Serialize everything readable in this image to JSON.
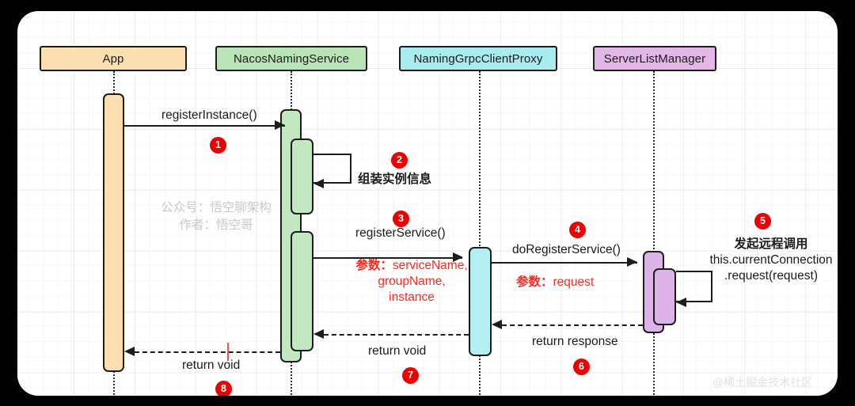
{
  "diagram": {
    "type": "uml-sequence-diagram",
    "title": "Nacos registerInstance sequence",
    "canvas_background": "#ffffff",
    "page_background": "#000000",
    "badge_color": "#ec0000",
    "param_text_color": "#ff2a1f"
  },
  "participants": [
    {
      "id": "app",
      "label": "App",
      "color": "#fbdfb0",
      "activation_color": "#fbdfb0"
    },
    {
      "id": "nacos",
      "label": "NacosNamingService",
      "color": "#b8e4b8",
      "activation_color": "#c2e8c2"
    },
    {
      "id": "proxy",
      "label": "NamingGrpcClientProxy",
      "color": "#a9ecef",
      "activation_color": "#b4eff2"
    },
    {
      "id": "slm",
      "label": "ServerListManager",
      "color": "#e3b8e8",
      "activation_color": "#ddb3e8"
    }
  ],
  "messages": [
    {
      "step": "1",
      "label": "registerInstance()",
      "from": "app",
      "to": "nacos",
      "kind": "call"
    },
    {
      "step": "2",
      "label": "组装实例信息",
      "from": "nacos",
      "to": "nacos",
      "kind": "self"
    },
    {
      "step": "3",
      "label": "registerService()",
      "from": "nacos",
      "to": "proxy",
      "kind": "call",
      "params": {
        "prefix": "参数：",
        "values": [
          "serviceName,",
          "groupName,",
          "instance"
        ]
      }
    },
    {
      "step": "4",
      "label": "doRegisterService()",
      "from": "proxy",
      "to": "slm",
      "kind": "call",
      "params": {
        "prefix": "参数：",
        "values": [
          "request"
        ]
      }
    },
    {
      "step": "5",
      "label": "发起远程调用",
      "from": "slm",
      "to": "slm",
      "kind": "self",
      "note_lines": [
        "发起远程调用",
        "this.currentConnection",
        ".request(request)"
      ]
    },
    {
      "step": "6",
      "label": "return response",
      "from": "slm",
      "to": "proxy",
      "kind": "return"
    },
    {
      "step": "7",
      "label": "return void",
      "from": "proxy",
      "to": "nacos",
      "kind": "return"
    },
    {
      "step": "8",
      "label": "return void",
      "from": "nacos",
      "to": "app",
      "kind": "return"
    }
  ],
  "watermark": {
    "line1": "公众号：悟空聊架构",
    "line2": "作者：悟空哥",
    "corner": "@稀土掘金技术社区"
  }
}
